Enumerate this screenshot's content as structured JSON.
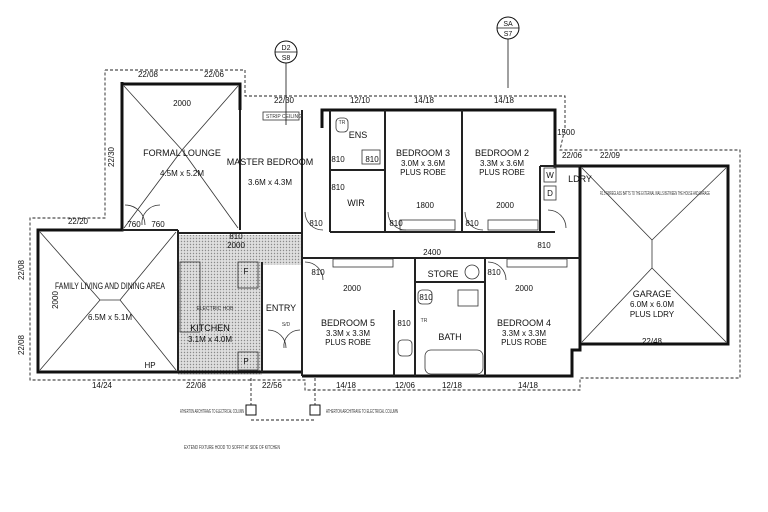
{
  "rooms": {
    "formal_lounge": {
      "name": "FORMAL LOUNGE",
      "size": "4.5M x 5.2M"
    },
    "master_bedroom": {
      "name": "MASTER BEDROOM",
      "size": "3.6M x 4.3M"
    },
    "ens": "ENS",
    "wir": "WIR",
    "bedroom3": {
      "name": "BEDROOM 3",
      "size": "3.0M x 3.6M",
      "extra": "PLUS ROBE"
    },
    "bedroom2": {
      "name": "BEDROOM 2",
      "size": "3.3M x 3.6M",
      "extra": "PLUS ROBE"
    },
    "ldry": "LDRY",
    "family": {
      "name": "FAMILY LIVING AND DINING AREA",
      "size": "6.5M x 5.1M"
    },
    "kitchen": {
      "name": "KITCHEN",
      "size": "3.1M x 4.0M"
    },
    "entry": "ENTRY",
    "bedroom5": {
      "name": "BEDROOM 5",
      "size": "3.3M x 3.3M",
      "extra": "PLUS ROBE"
    },
    "store": "STORE",
    "bath": "BATH",
    "bedroom4": {
      "name": "BEDROOM 4",
      "size": "3.3M x 3.3M",
      "extra": "PLUS ROBE"
    },
    "garage": {
      "name": "GARAGE",
      "size": "6.0M x 6.0M",
      "extra": "PLUS LDRY"
    }
  },
  "dims": {
    "d1": "22/08",
    "d2": "22/06",
    "d3": "22/30",
    "d4": "12/10",
    "d5": "14/18",
    "d6": "14/18",
    "d7": "1500",
    "d8": "22/06",
    "d9": "22/09",
    "d10": "22/20",
    "d11": "22/08",
    "d12": "22/08",
    "d13": "22/30",
    "d14": "2000",
    "d15": "2000",
    "d16": "1800",
    "d17": "2000",
    "d18": "2000",
    "d19": "2000",
    "d20": "2000",
    "d21": "2400",
    "d22": "14/24",
    "d23": "22/08",
    "d24": "22/56",
    "d25": "14/18",
    "d26": "12/06",
    "d27": "12/18",
    "d28": "14/18",
    "d29": "22/48",
    "w1": "760",
    "w2": "760",
    "w3": "810",
    "w4": "810",
    "w5": "810",
    "w6": "810",
    "w7": "810",
    "w8": "810",
    "w9": "810",
    "w10": "810",
    "w11": "810",
    "w12": "810",
    "w13": "810",
    "w14": "810",
    "hp": "HP",
    "fz": "F",
    "pz": "P",
    "tr1": "TR",
    "tr2": "TR",
    "sd": "S/D",
    "wm": "W",
    "dry": "D"
  },
  "markers": {
    "d2_top": "D2",
    "d2_bottom": "S8",
    "sa_top": "SA",
    "sa_bottom": "S7"
  },
  "notes": {
    "garage_note": "R1.5 FIBREGLASS BATTS TO THE EXTERNAL WALLS BETWEEN THE HOUSE AND GARAGE",
    "column_note1": "ATHERTON ARCHITRAVE TO ELECTRICAL COLUMN",
    "column_note2": "ATHERTON ARCHITRAVE TO ELECTRICAL COLUMN",
    "ceiling_note": "EXTEND FIXTURE HOOD TO SOFFIT AT SIDE OF KITCHEN",
    "strip_note": "STRIP CEILING",
    "elec": "ELECTRIC HOB"
  }
}
